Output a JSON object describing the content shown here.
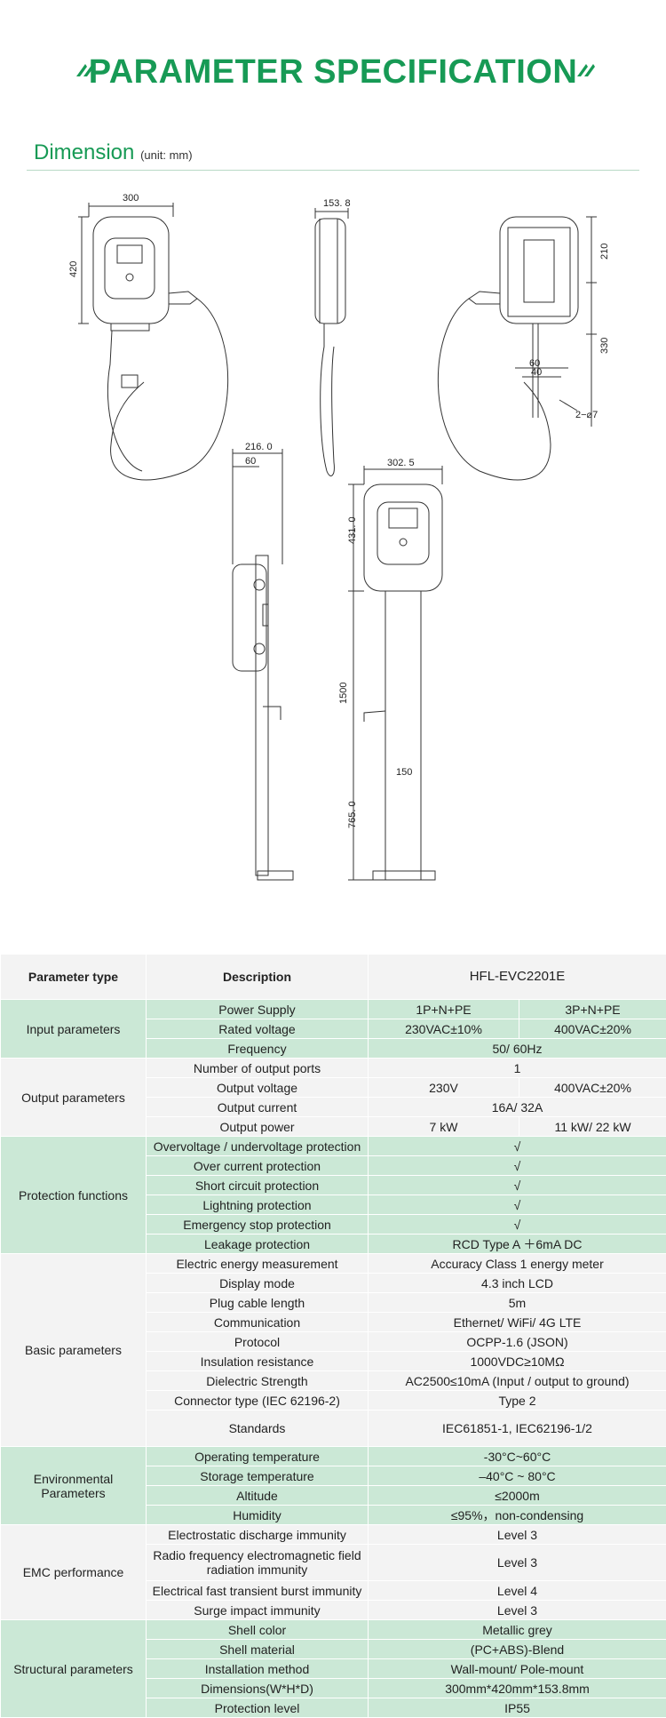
{
  "page": {
    "title": "PARAMETER SPECIFICATION",
    "dimension_title": "Dimension",
    "dimension_unit": "(unit: mm)",
    "accent_color": "#179a55",
    "table_green": "#cbe8d6",
    "table_gray": "#f3f3f3"
  },
  "drawing_labels": {
    "front_width": "300",
    "front_height": "420",
    "side_depth": "153. 8",
    "back_210": "210",
    "back_330": "330",
    "back_60": "60",
    "back_40": "40",
    "back_holes": "2−⌀7",
    "pole_depth": "216. 0",
    "pole_60": "60",
    "pole_width": "302. 5",
    "pole_431": "431. 0",
    "pole_1500": "1500",
    "pole_150": "150",
    "pole_765": "765. 0"
  },
  "table": {
    "head": {
      "type": "Parameter type",
      "desc": "Description",
      "model": "HFL-EVC2201E"
    },
    "groups": [
      {
        "name": "Input parameters",
        "shade": "g",
        "rows": [
          {
            "label": "Power Supply",
            "cells": [
              "1P+N+PE",
              "3P+N+PE"
            ]
          },
          {
            "label": "Rated voltage",
            "cells": [
              "230VAC±10%",
              "400VAC±20%"
            ]
          },
          {
            "label": "Frequency",
            "cells": [
              "50/ 60Hz"
            ]
          }
        ]
      },
      {
        "name": "Output parameters",
        "shade": "w",
        "rows": [
          {
            "label": "Number of output ports",
            "cells": [
              "1"
            ]
          },
          {
            "label": "Output voltage",
            "cells": [
              "230V",
              "400VAC±20%"
            ]
          },
          {
            "label": "Output current",
            "cells": [
              "16A/ 32A"
            ]
          },
          {
            "label": "Output power",
            "cells": [
              "7 kW",
              "11 kW/ 22 kW"
            ]
          }
        ]
      },
      {
        "name": "Protection functions",
        "shade": "g",
        "rows": [
          {
            "label": "Overvoltage / undervoltage protection",
            "cells": [
              "√"
            ]
          },
          {
            "label": "Over current protection",
            "cells": [
              "√"
            ]
          },
          {
            "label": "Short circuit protection",
            "cells": [
              "√"
            ]
          },
          {
            "label": "Lightning protection",
            "cells": [
              "√"
            ]
          },
          {
            "label": "Emergency stop protection",
            "cells": [
              "√"
            ]
          },
          {
            "label": "Leakage protection",
            "cells": [
              "RCD Type A ＋6mA DC"
            ]
          }
        ]
      },
      {
        "name": "Basic parameters",
        "shade": "w",
        "rows": [
          {
            "label": "Electric energy measurement",
            "cells": [
              "Accuracy Class 1 energy meter"
            ]
          },
          {
            "label": "Display mode",
            "cells": [
              "4.3 inch LCD"
            ]
          },
          {
            "label": "Plug cable length",
            "cells": [
              "5m"
            ]
          },
          {
            "label": "Communication",
            "cells": [
              "Ethernet/ WiFi/ 4G LTE"
            ]
          },
          {
            "label": "Protocol",
            "cells": [
              "OCPP-1.6 (JSON)"
            ]
          },
          {
            "label": "Insulation resistance",
            "cells": [
              "1000VDC≥10MΩ"
            ]
          },
          {
            "label": "Dielectric Strength",
            "cells": [
              "AC2500≤10mA (Input / output to ground)"
            ]
          },
          {
            "label": "Connector type (IEC 62196-2)",
            "cells": [
              "Type 2"
            ]
          },
          {
            "label": "Standards",
            "cells": [
              "IEC61851-1, IEC62196-1/2"
            ],
            "tall": true
          }
        ]
      },
      {
        "name": "Environmental Parameters",
        "shade": "g",
        "rows": [
          {
            "label": "Operating temperature",
            "cells": [
              "-30°C~60°C"
            ]
          },
          {
            "label": "Storage temperature",
            "cells": [
              "–40°C ~ 80°C"
            ]
          },
          {
            "label": "Altitude",
            "cells": [
              "≤2000m"
            ]
          },
          {
            "label": "Humidity",
            "cells": [
              "≤95%，non-condensing"
            ]
          }
        ]
      },
      {
        "name": "EMC performance",
        "shade": "w",
        "rows": [
          {
            "label": "Electrostatic discharge immunity",
            "cells": [
              "Level 3"
            ]
          },
          {
            "label": "Radio frequency electromagnetic field radiation immunity",
            "cells": [
              "Level 3"
            ],
            "tall": true
          },
          {
            "label": "Electrical fast transient burst immunity",
            "cells": [
              "Level 4"
            ]
          },
          {
            "label": "Surge impact immunity",
            "cells": [
              "Level 3"
            ]
          }
        ]
      },
      {
        "name": "Structural parameters",
        "shade": "g",
        "rows": [
          {
            "label": "Shell color",
            "cells": [
              "Metallic grey"
            ]
          },
          {
            "label": "Shell material",
            "cells": [
              "(PC+ABS)-Blend"
            ]
          },
          {
            "label": "Installation method",
            "cells": [
              "Wall-mount/ Pole-mount"
            ]
          },
          {
            "label": "Dimensions(W*H*D)",
            "cells": [
              "300mm*420mm*153.8mm"
            ]
          },
          {
            "label": "Protection level",
            "cells": [
              "IP55"
            ]
          }
        ]
      }
    ]
  }
}
